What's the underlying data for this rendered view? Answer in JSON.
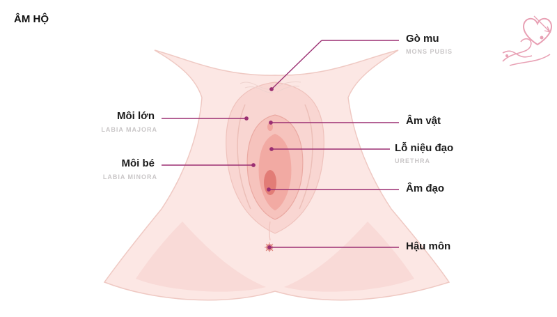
{
  "title": "ÂM HỘ",
  "logo": {
    "icon": "heart-swirl-logo-icon",
    "color": "#e8a0b4"
  },
  "colors": {
    "accent": "#9b2f72",
    "skin_light": "#fce7e4",
    "skin_mid": "#f8d4d0",
    "skin_outline": "#e9b9b2",
    "inner": "#f4b0ab",
    "vagina": "#e9857f",
    "sublabel": "#c9c6c7"
  },
  "labels": {
    "mons_pubis": {
      "name": "Gò mu",
      "sub": "MONS PUBIS"
    },
    "labia_majora": {
      "name": "Môi lớn",
      "sub": "LABIA MAJORA"
    },
    "labia_minora": {
      "name": "Môi bé",
      "sub": "LABIA MINORA"
    },
    "clitoris": {
      "name": "Âm vật"
    },
    "urethra": {
      "name": "Lỗ niệu đạo",
      "sub": "URETHRA"
    },
    "vagina": {
      "name": "Âm đạo"
    },
    "anus": {
      "name": "Hậu môn"
    }
  }
}
